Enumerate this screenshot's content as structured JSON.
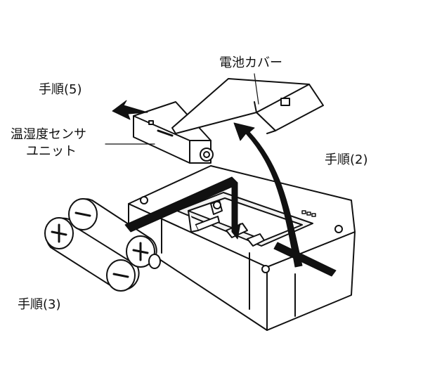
{
  "labels": {
    "battery_cover": "電池カバー",
    "step5": "手順(5)",
    "sensor_unit_line1": "温湿度センサ",
    "sensor_unit_line2": "ユニット",
    "step2": "手順(2)",
    "step3": "手順(3)"
  },
  "colors": {
    "line": "#111111",
    "background": "#ffffff",
    "arrow_fill": "#111111"
  }
}
